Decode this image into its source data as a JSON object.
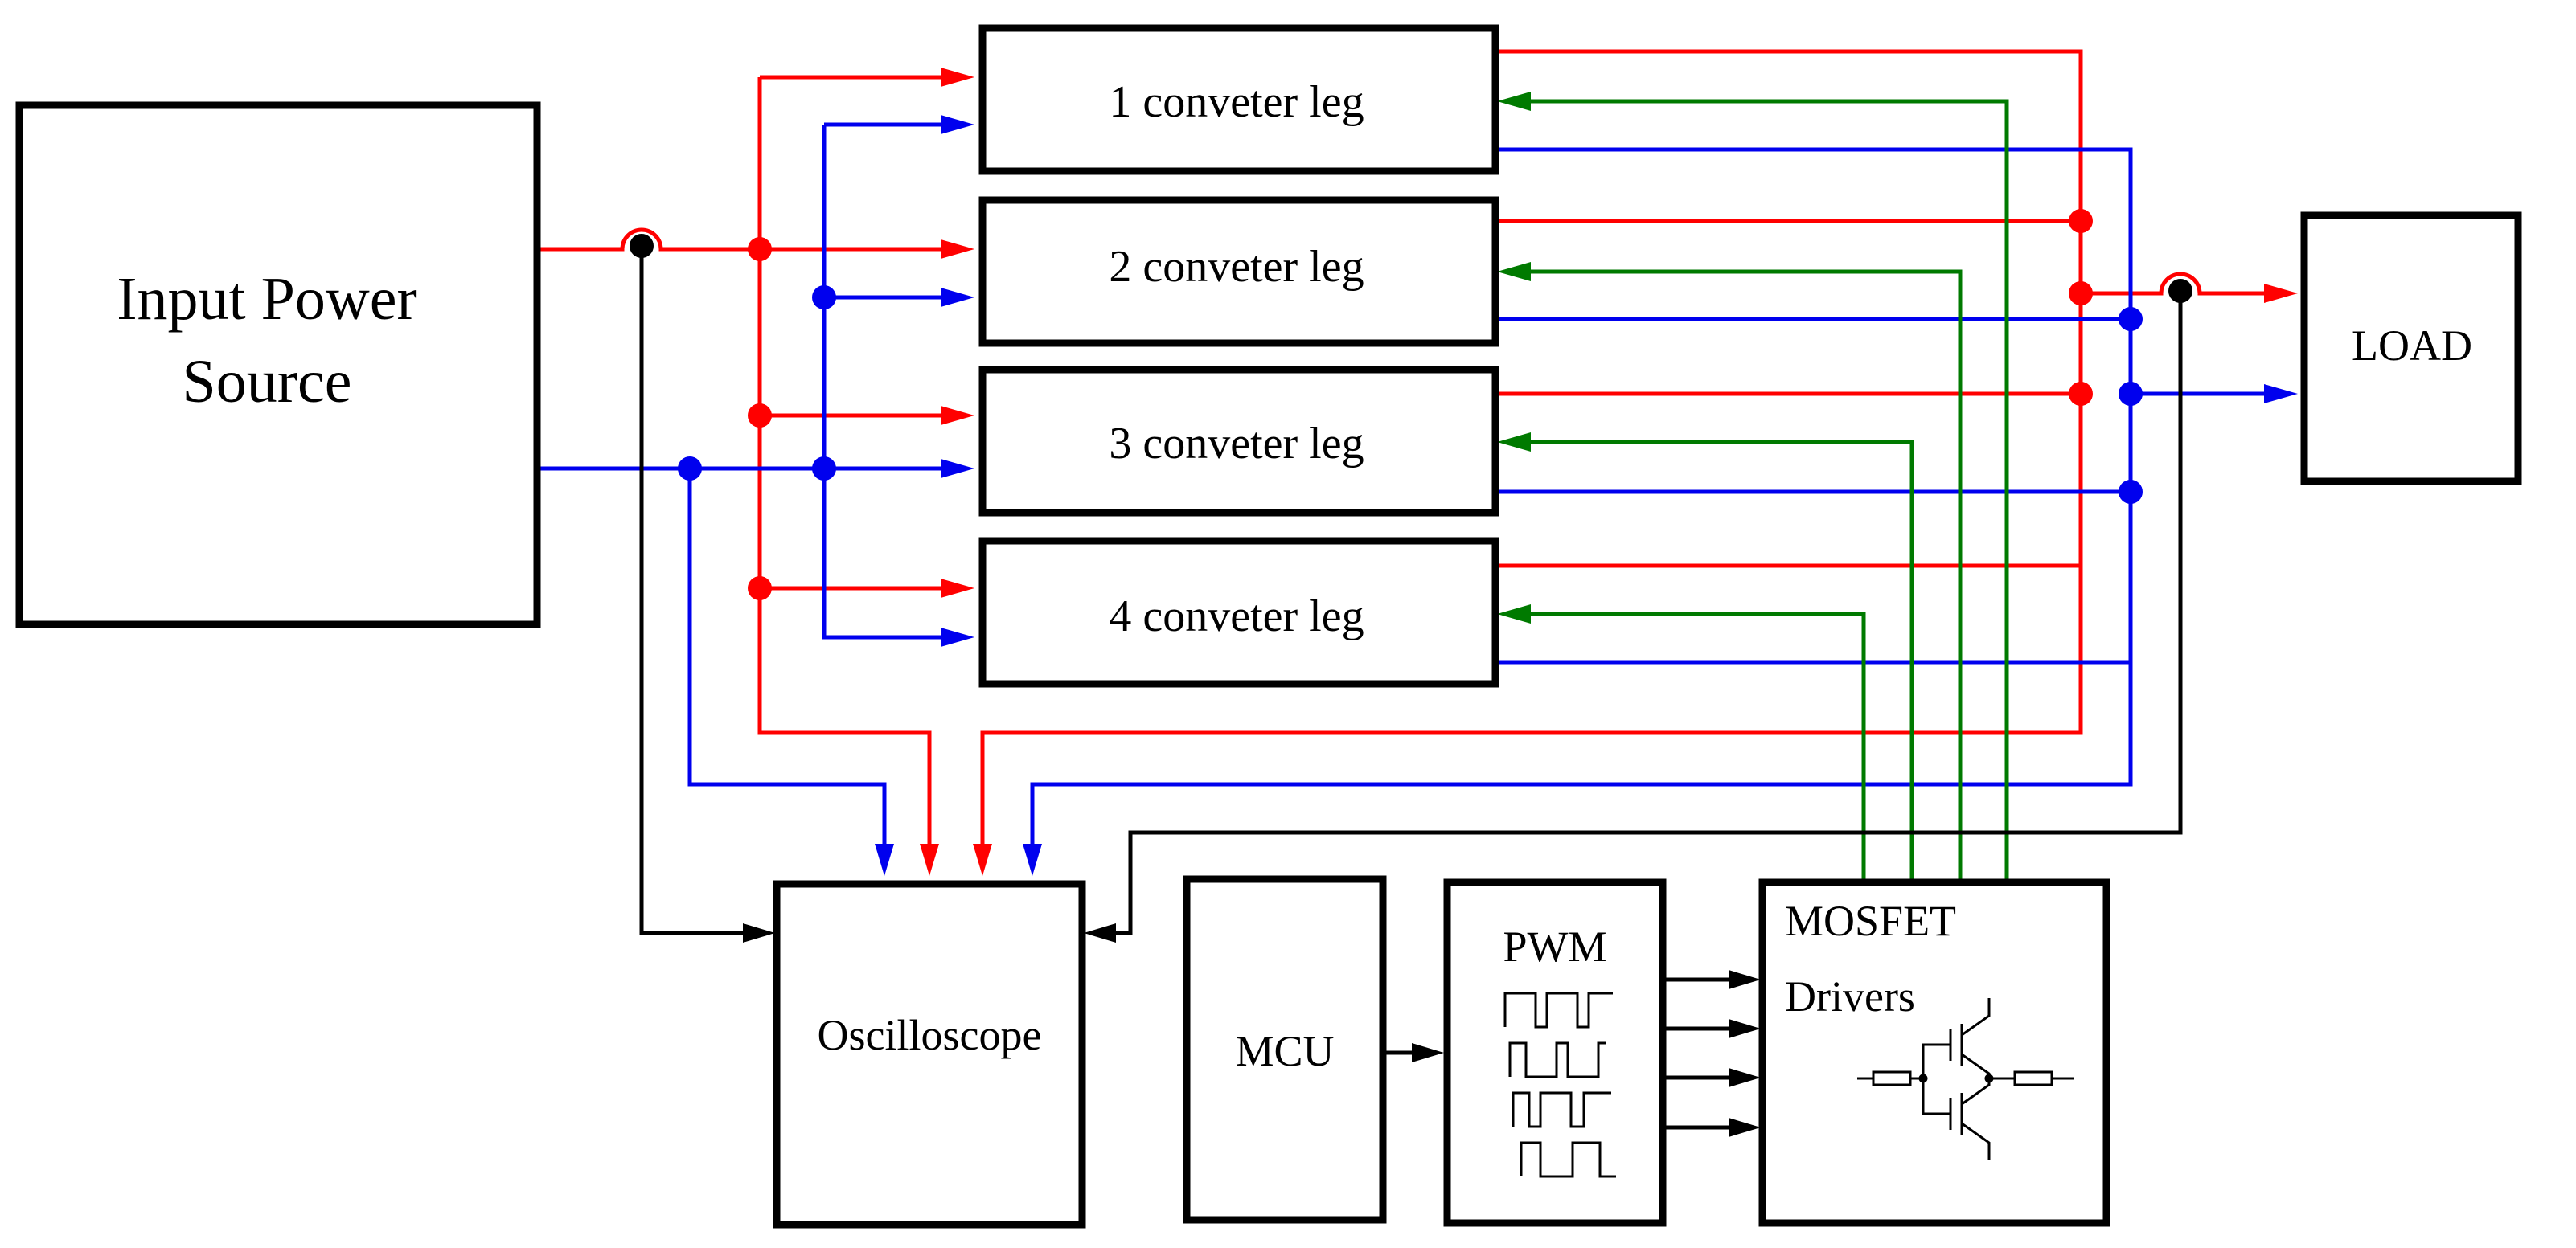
{
  "diagram": {
    "blocks": {
      "input_source": {
        "line1": "Input Power",
        "line2": "Source"
      },
      "legs": [
        "1 conveter leg",
        "2 conveter leg",
        "3 conveter leg",
        "4 conveter leg"
      ],
      "load": "LOAD",
      "oscilloscope": "Oscilloscope",
      "mcu": "MCU",
      "pwm": "PWM",
      "mosfet": {
        "line1": "MOSFET",
        "line2": "Drivers"
      }
    },
    "colors": {
      "positive_wire": "#ff0000",
      "negative_wire": "#0000ee",
      "gate_signal_wire": "#007a00",
      "measurement_wire": "#000000"
    }
  }
}
